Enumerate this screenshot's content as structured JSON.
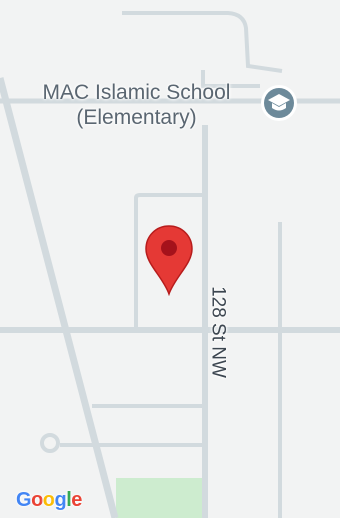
{
  "map": {
    "poi": {
      "name_line1": "MAC Islamic School",
      "name_line2": "(Elementary)",
      "icon": "graduation-cap-icon",
      "icon_color": "#6d8a9a"
    },
    "street": {
      "name": "128 St NW"
    },
    "marker": {
      "icon": "map-pin-icon",
      "color": "#e53935",
      "dot_color": "#a5121b"
    },
    "attribution": {
      "letters": [
        {
          "char": "G",
          "color": "#4285f4"
        },
        {
          "char": "o",
          "color": "#ea4335"
        },
        {
          "char": "o",
          "color": "#fbbc05"
        },
        {
          "char": "g",
          "color": "#4285f4"
        },
        {
          "char": "l",
          "color": "#34a853"
        },
        {
          "char": "e",
          "color": "#ea4335"
        }
      ]
    },
    "colors": {
      "background": "#f2f3f3",
      "road": "#d2dade",
      "park": "#cdeccf"
    }
  }
}
